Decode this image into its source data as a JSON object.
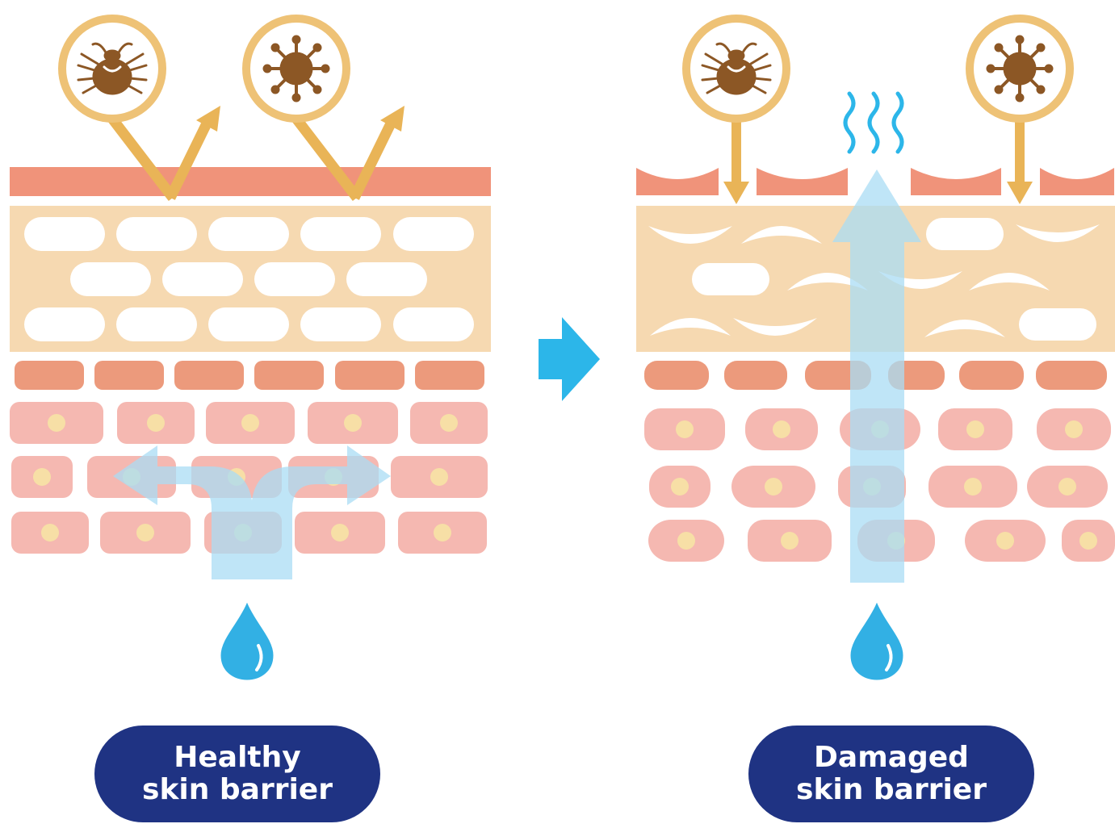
{
  "colors": {
    "background": "#ffffff",
    "outer_layer": "#f0937a",
    "corneum": "#f6d9b1",
    "corneum_cell": "#ffffff",
    "granular_cell": "#ec9a7c",
    "spinous_cell": "#f5b8b1",
    "nucleus": "#f7dfa6",
    "allergen_ring": "#eec276",
    "allergen_icon": "#8c5725",
    "arrow_gold": "#e9b457",
    "water_flow": "#a9dcf4",
    "water_drop": "#32b0e4",
    "transition_arrow": "#2cb6e9",
    "label_bg": "#1f3383",
    "label_text": "#ffffff"
  },
  "icons": {
    "mite": "mite-icon",
    "germ": "germ-icon",
    "drop": "water-drop-icon",
    "evaporation": "evaporation-waves-icon",
    "transition": "right-arrow-icon"
  },
  "labels": {
    "healthy": {
      "line1": "Healthy",
      "line2": "skin barrier"
    },
    "damaged": {
      "line1": "Damaged",
      "line2": "skin barrier"
    }
  }
}
